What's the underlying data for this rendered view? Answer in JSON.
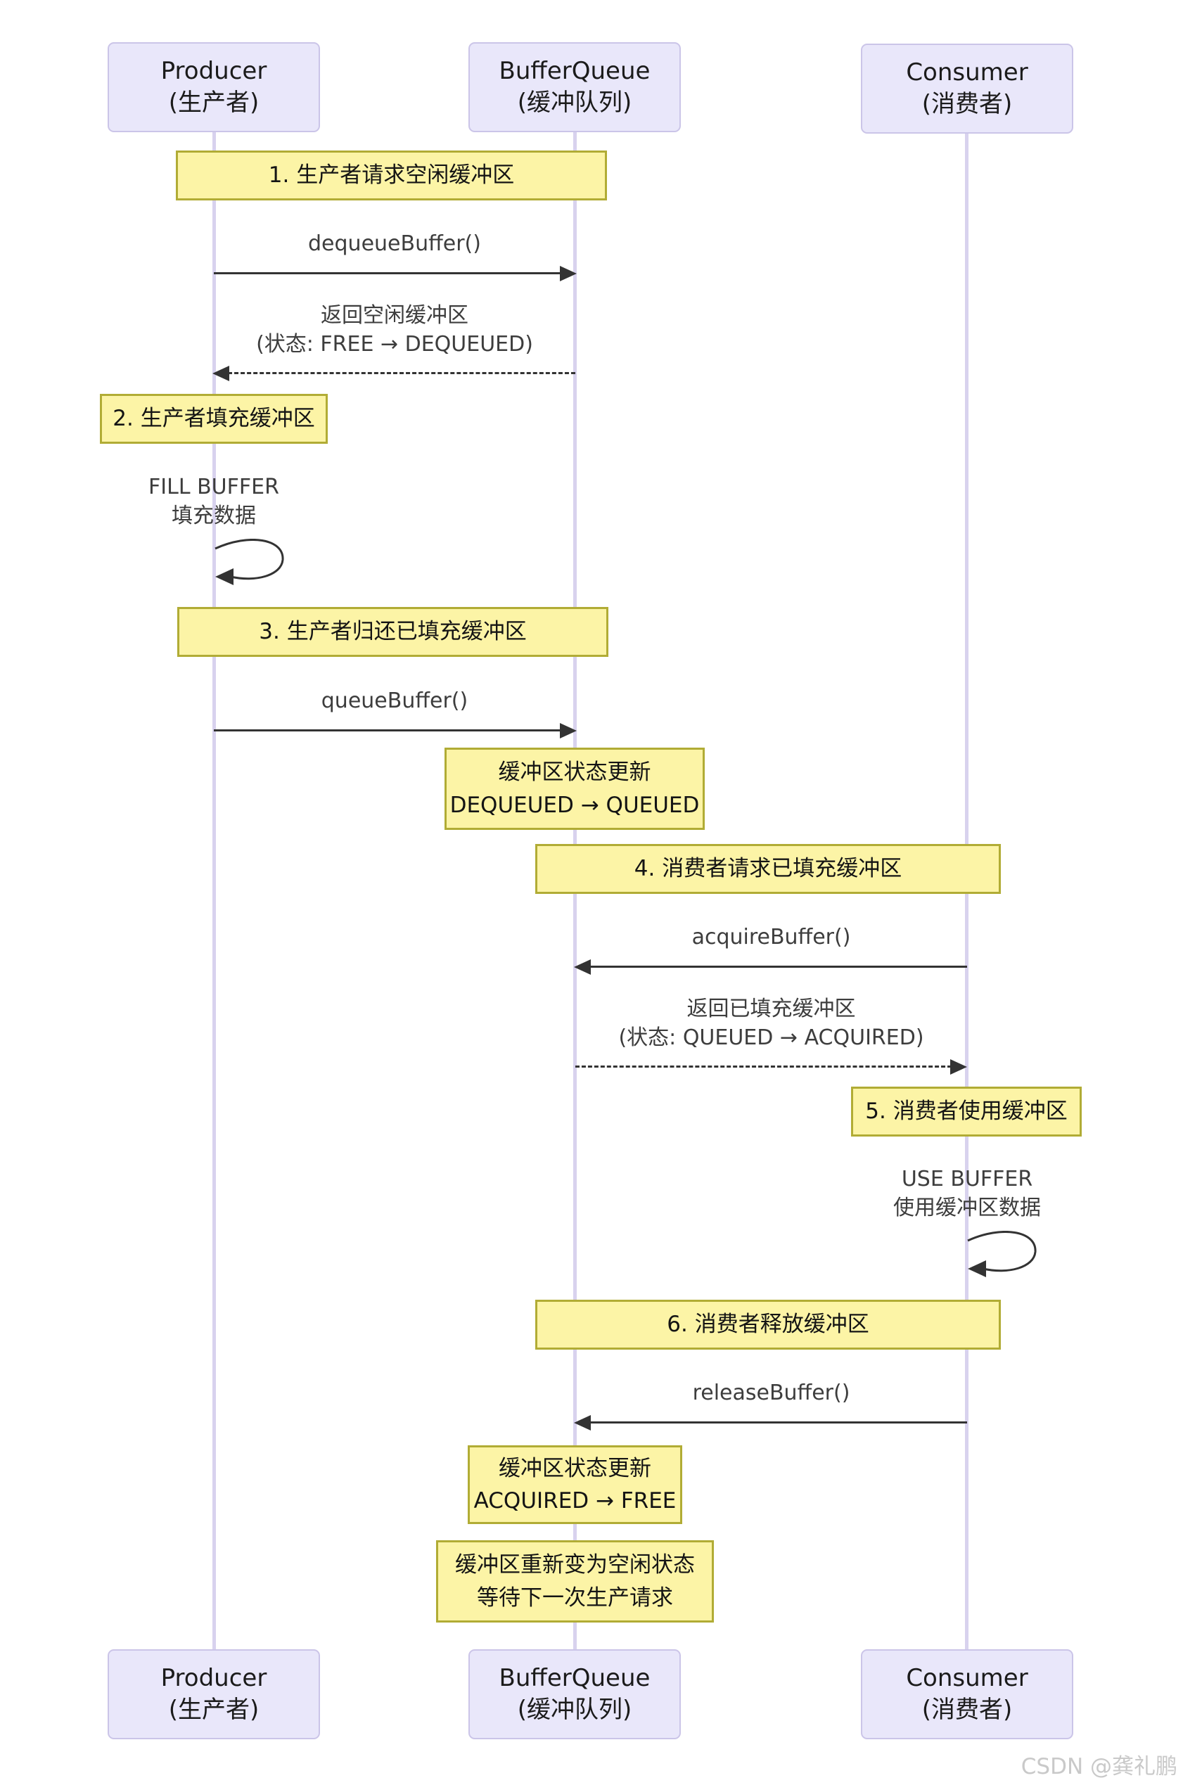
{
  "actors": [
    {
      "id": "producer",
      "name": "Producer",
      "alias": "(生产者)"
    },
    {
      "id": "bufferqueue",
      "name": "BufferQueue",
      "alias": "(缓冲队列)"
    },
    {
      "id": "consumer",
      "name": "Consumer",
      "alias": "(消费者)"
    }
  ],
  "notes": {
    "step1": "1. 生产者请求空闲缓冲区",
    "step2": "2. 生产者填充缓冲区",
    "step3": "3. 生产者归还已填充缓冲区",
    "step4": "4. 消费者请求已填充缓冲区",
    "step5": "5. 消费者使用缓冲区",
    "step6": "6. 消费者释放缓冲区",
    "state_queued_l1": "缓冲区状态更新",
    "state_queued_l2": "DEQUEUED → QUEUED",
    "state_free_l1": "缓冲区状态更新",
    "state_free_l2": "ACQUIRED → FREE",
    "idle_l1": "缓冲区重新变为空闲状态",
    "idle_l2": "等待下一次生产请求"
  },
  "messages": {
    "dequeue": "dequeueBuffer()",
    "return_free_l1": "返回空闲缓冲区",
    "return_free_l2": "(状态: FREE → DEQUEUED)",
    "fill_l1": "FILL BUFFER",
    "fill_l2": "填充数据",
    "queue": "queueBuffer()",
    "acquire": "acquireBuffer()",
    "return_filled_l1": "返回已填充缓冲区",
    "return_filled_l2": "(状态: QUEUED → ACQUIRED)",
    "use_l1": "USE BUFFER",
    "use_l2": "使用缓冲区数据",
    "release": "releaseBuffer()"
  },
  "watermark": "CSDN @龚礼鹏",
  "colors": {
    "note_fill": "#FCF4A6",
    "note_border": "#B1AC35",
    "actor_fill": "#E9E7FA",
    "actor_border": "#CBC5E8",
    "lifeline": "#D8D2EE",
    "arrow": "#333333",
    "watermark": "#C9C9C9"
  }
}
